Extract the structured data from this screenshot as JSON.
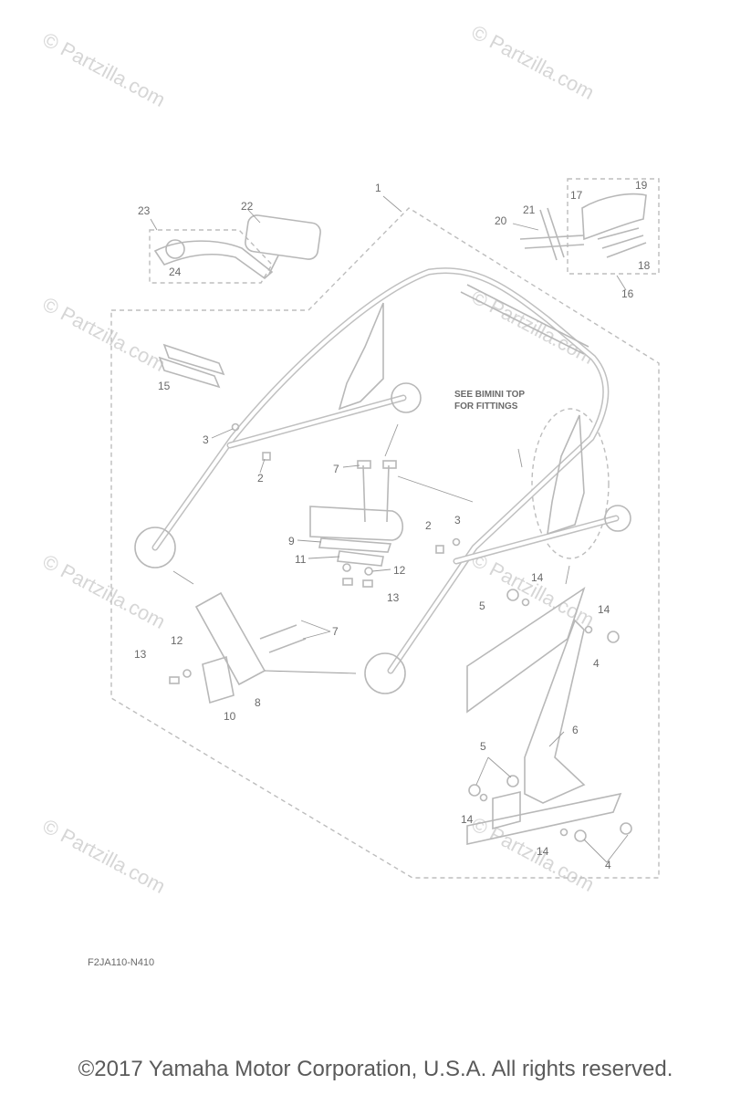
{
  "watermark": "© Partzilla.com",
  "diagram_code": "F2JA110-N410",
  "copyright": "©2017  Yamaha Motor Corporation, U.S.A. All rights reserved.",
  "note": [
    "SEE BIMINI TOP",
    "FOR FITTINGS"
  ],
  "callouts": {
    "c1": "1",
    "c2": "2",
    "c3": "3",
    "c4": "4",
    "c5": "5",
    "c6": "6",
    "c7": "7",
    "c8": "8",
    "c9": "9",
    "c10": "10",
    "c11": "11",
    "c12": "12",
    "c13": "13",
    "c14": "14",
    "c15": "15",
    "c16": "16",
    "c17": "17",
    "c18": "18",
    "c19": "19",
    "c20": "20",
    "c21": "21",
    "c22": "22",
    "c23": "23",
    "c24": "24"
  },
  "colors": {
    "line": "#b8b8b8",
    "text": "#6a6a6a",
    "watermark": "#d6d6d6"
  }
}
